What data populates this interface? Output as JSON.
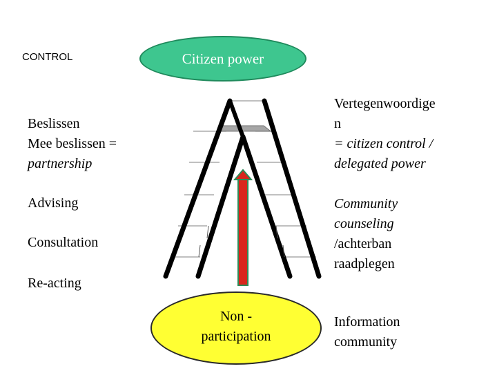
{
  "control_label": "CONTROL",
  "top_oval": {
    "text": "Citizen power",
    "fill": "#3ec68f"
  },
  "bottom_oval": {
    "line1": "Non -",
    "line2": "participation",
    "fill": "#ffff33"
  },
  "left_labels": {
    "beslissen": "Beslissen",
    "mee_beslissen": "Mee beslissen =",
    "partnership": "partnership",
    "advising": "Advising",
    "consultation": "Consultation",
    "reacting": "Re-acting"
  },
  "right_labels": {
    "vertegen_1": "Vertegenwoordige",
    "vertegen_2": "n",
    "vertegen_3": "= citizen control /",
    "vertegen_4": "delegated power",
    "community_1": "Community",
    "community_2": "counseling",
    "community_3": "/achterban",
    "community_4": "raadplegen",
    "information_1": "Information",
    "information_2": "community"
  },
  "colors": {
    "arrow_fill": "#d9261c",
    "arrow_outline": "#2e8b57",
    "platform": "#a6a6a6",
    "ladder": "#000000"
  }
}
